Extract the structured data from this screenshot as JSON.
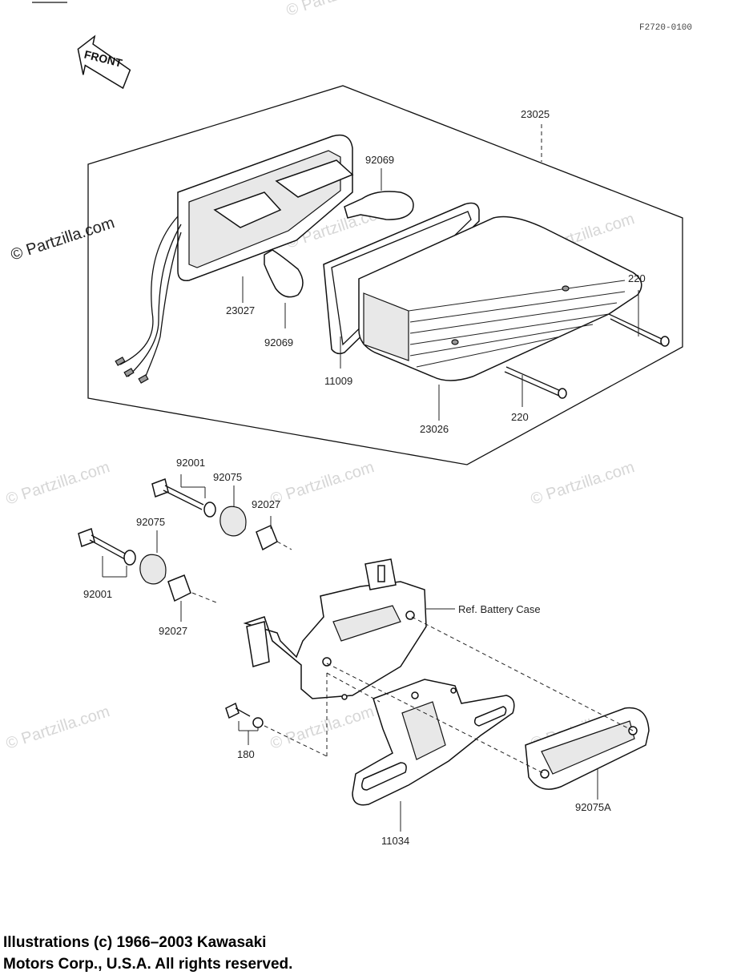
{
  "diagram": {
    "code": "F2720-0100",
    "front_label": "FRONT",
    "reference_label": "Ref.  Battery Case",
    "watermark": "© Partzilla.com",
    "parts": {
      "p23025": "23025",
      "p92069_top": "92069",
      "p92069_bottom": "92069",
      "p23027": "23027",
      "p11009": "11009",
      "p220_top": "220",
      "p220_bottom": "220",
      "p23026": "23026",
      "p92001_top": "92001",
      "p92075_top": "92075",
      "p92027_top": "92027",
      "p92075_left": "92075",
      "p92001_bottom": "92001",
      "p92027_bottom": "92027",
      "p180": "180",
      "p11034": "11034",
      "p92075A": "92075A"
    }
  },
  "copyright": {
    "line1": "Illustrations (c) 1966–2003 Kawasaki",
    "line2": "Motors Corp., U.S.A.  All rights reserved."
  }
}
